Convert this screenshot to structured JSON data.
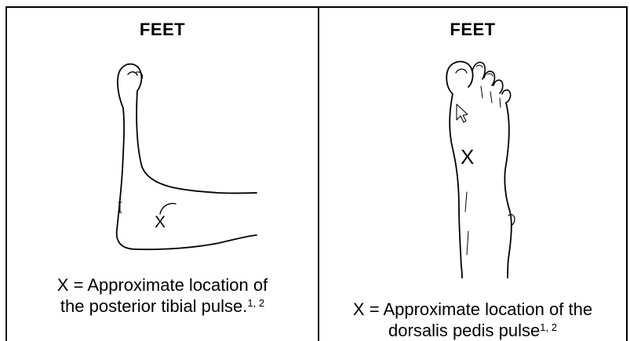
{
  "panels": [
    {
      "heading": "FEET",
      "marker": "X",
      "caption_line1": "X = Approximate location of",
      "caption_line2": "the posterior tibial pulse.",
      "caption_sup": "1, 2"
    },
    {
      "heading": "FEET",
      "marker": "X",
      "caption_line1": "X = Approximate location of the",
      "caption_line2": "dorsalis pedis pulse",
      "caption_sup": "1, 2"
    }
  ]
}
